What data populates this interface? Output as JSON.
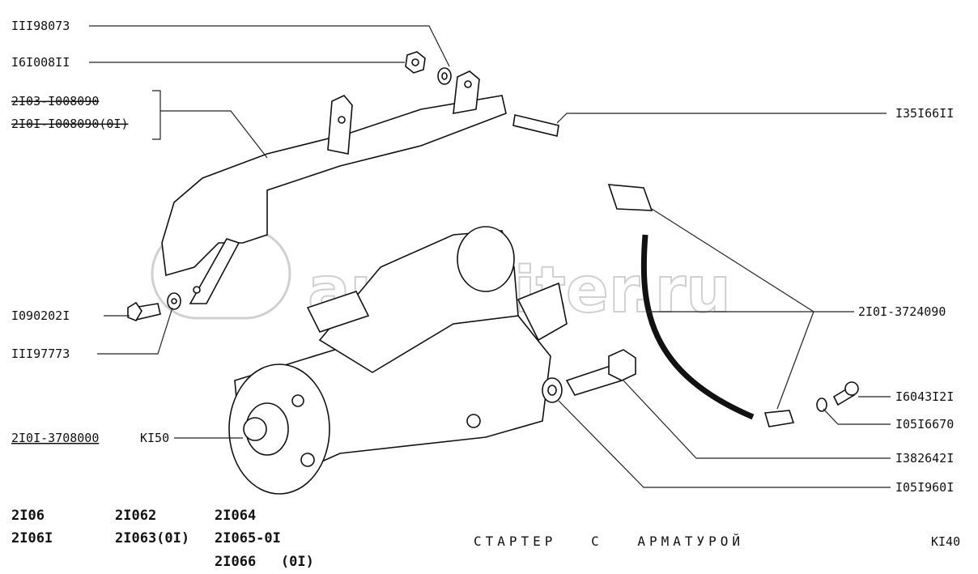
{
  "title": "СТАРТЕР С АРМАТУРОЙ",
  "page_code": "KI40",
  "watermark": "autopiter.ru",
  "callouts": {
    "nut_washer": "III98073",
    "nut": "I6I008II",
    "bracket_a": "2I03-I008090",
    "bracket_b": "2I0I-I008090(0I)",
    "stud": "I35I66II",
    "wire": "2I0I-3724090",
    "bolt_left": "I090202I",
    "washer_left": "III97773",
    "starter": "2I0I-3708000",
    "starter_ref": "KI50",
    "bolt_right": "I6043I2I",
    "washer_right": "I05I6670",
    "bolt_mid": "I382642I",
    "washer_mid": "I05I960I"
  },
  "models": {
    "col1": [
      "2I06",
      "2I06I"
    ],
    "col2": [
      "2I062",
      "2I063(0I)"
    ],
    "col3": [
      "2I064",
      "2I065-0I",
      "2I066   (0I)"
    ]
  }
}
